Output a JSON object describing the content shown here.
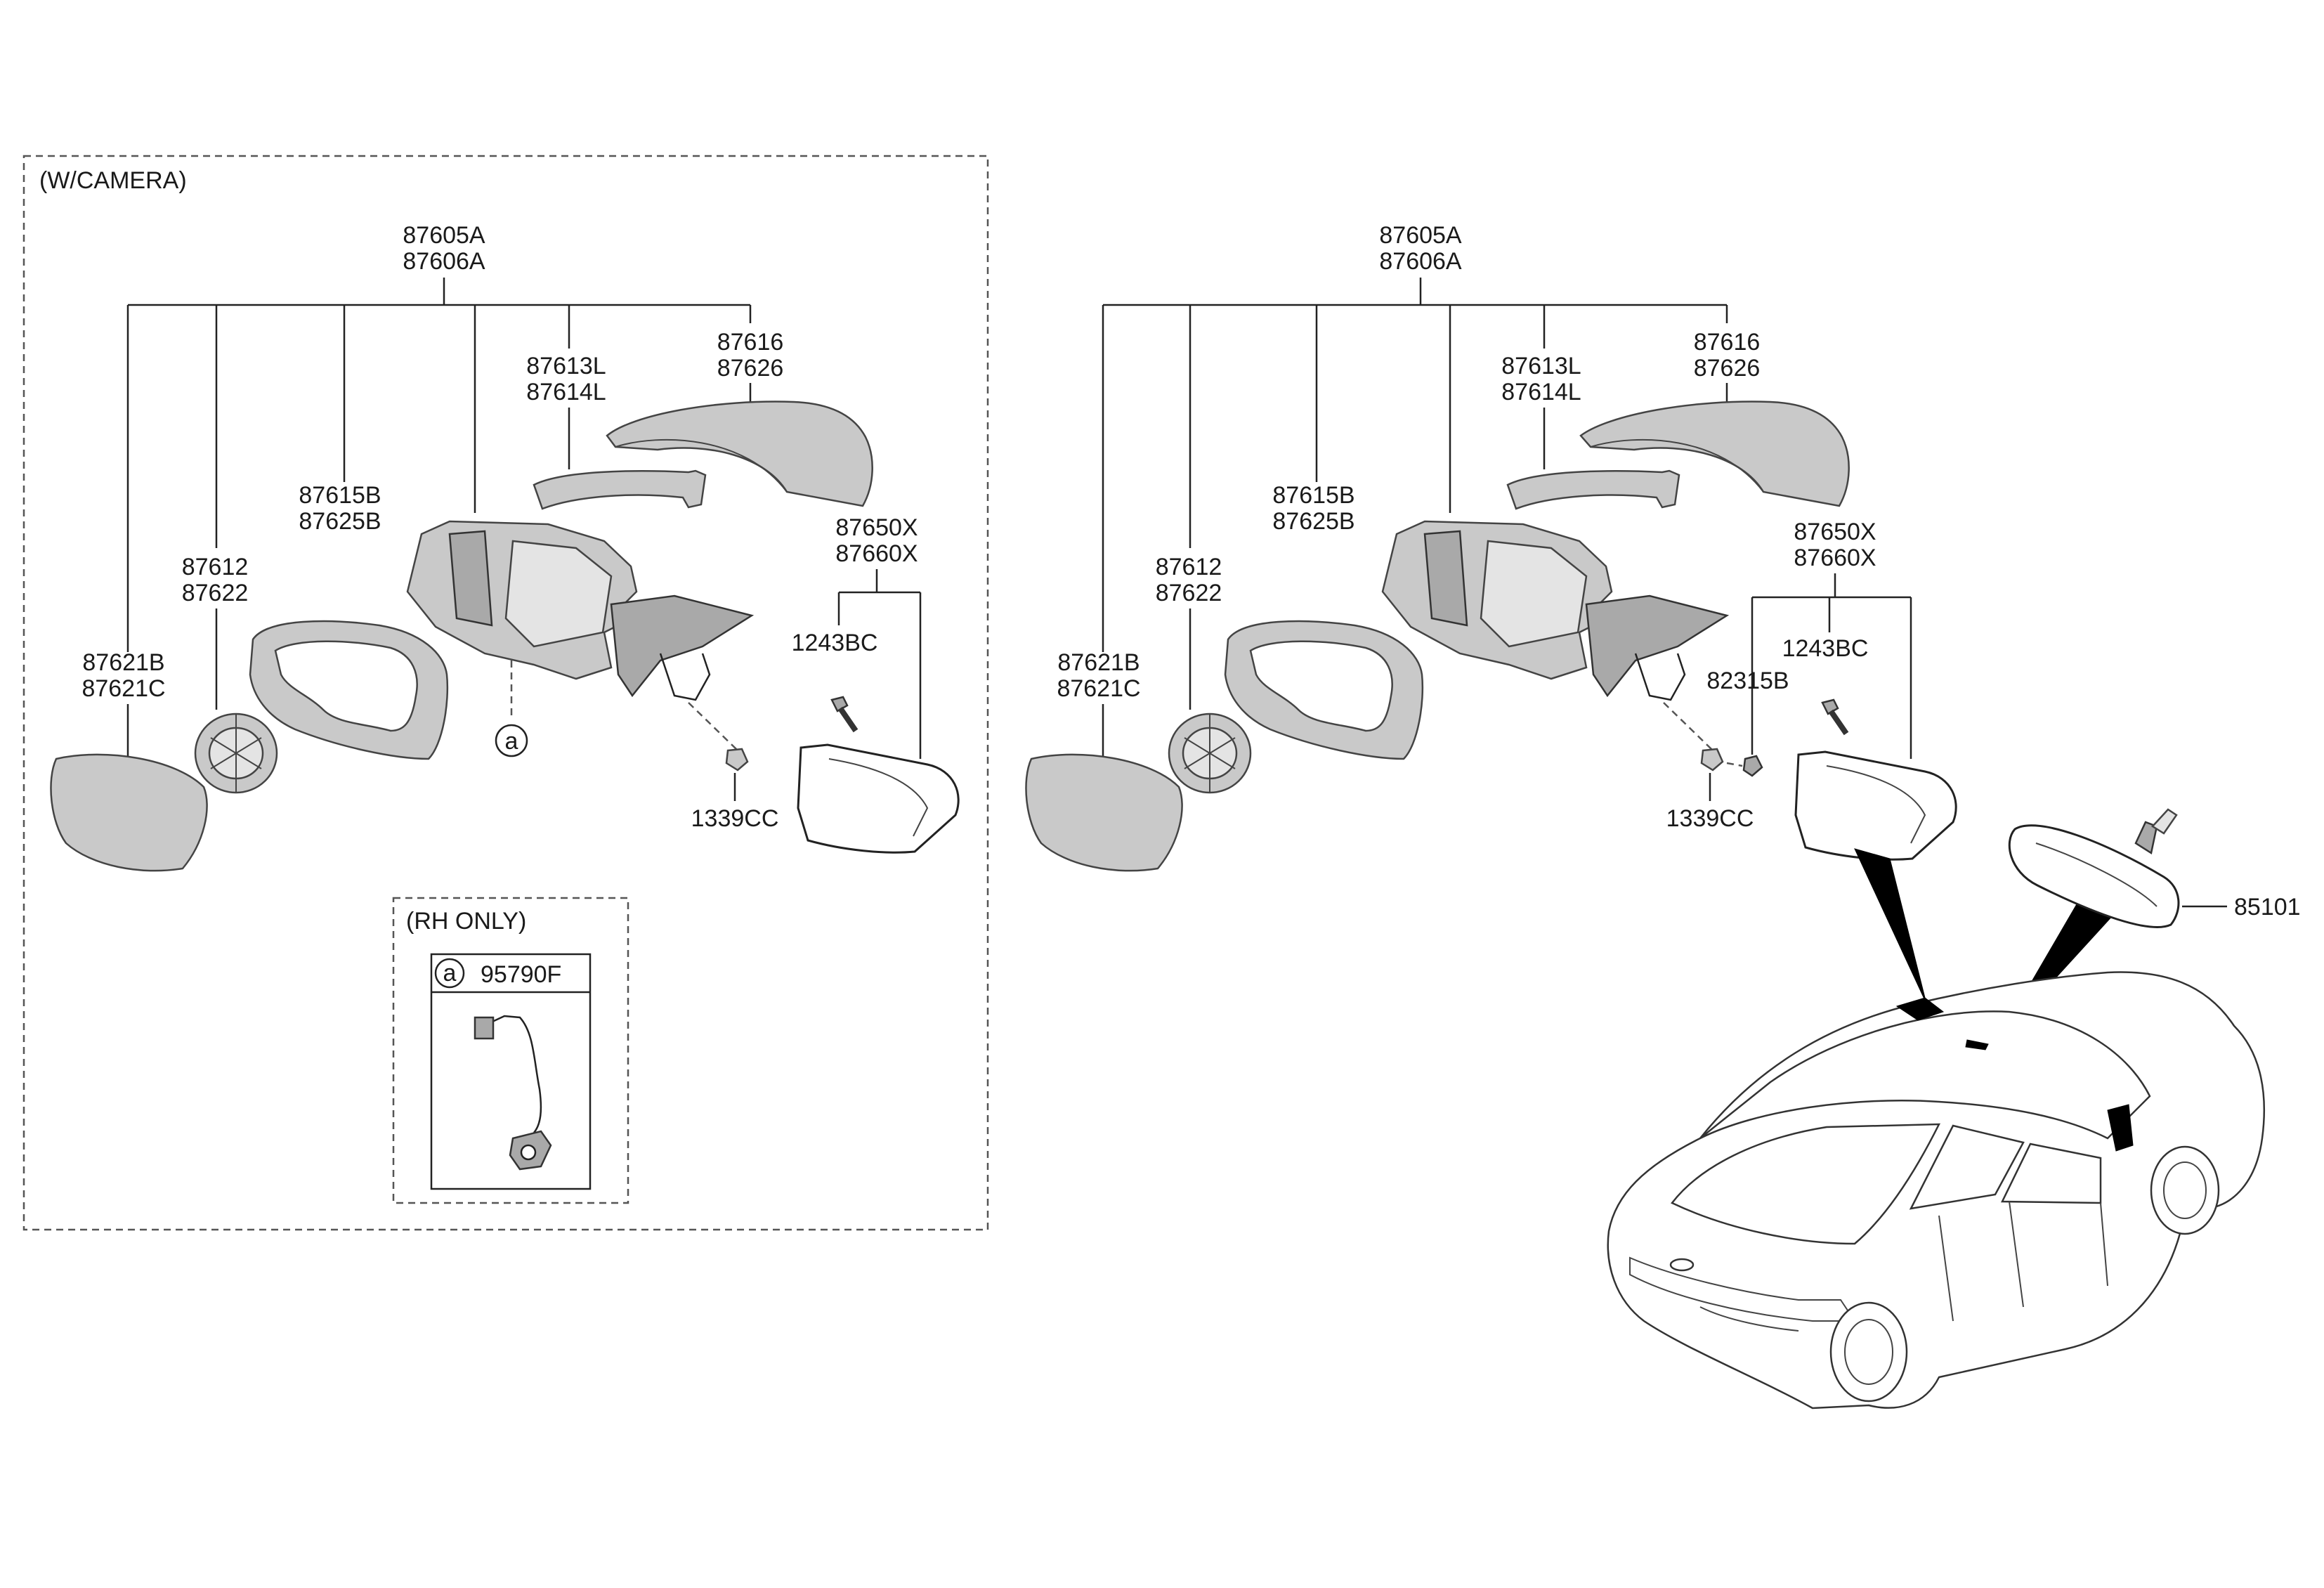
{
  "left_group": {
    "title": "(W/CAMERA)",
    "assembly_a": "87605A",
    "assembly_b": "87606A",
    "cover_a": "87616",
    "cover_b": "87626",
    "lamp_a": "87613L",
    "lamp_b": "87614L",
    "housing_a": "87615B",
    "housing_b": "87625B",
    "actuator_a": "87612",
    "actuator_b": "87622",
    "glass_a": "87621B",
    "glass_b": "87621C",
    "trim_a": "87650X",
    "trim_b": "87660X",
    "screw": "1243BC",
    "nut": "1339CC",
    "callout": "a"
  },
  "rh_only": {
    "title": "(RH ONLY)",
    "callout": "a",
    "part": "95790F"
  },
  "right_group": {
    "assembly_a": "87605A",
    "assembly_b": "87606A",
    "cover_a": "87616",
    "cover_b": "87626",
    "lamp_a": "87613L",
    "lamp_b": "87614L",
    "housing_a": "87615B",
    "housing_b": "87625B",
    "actuator_a": "87612",
    "actuator_b": "87622",
    "glass_a": "87621B",
    "glass_b": "87621C",
    "trim_a": "87650X",
    "trim_b": "87660X",
    "screw": "1243BC",
    "clip": "82315B",
    "nut": "1339CC"
  },
  "inside_mirror": "85101"
}
